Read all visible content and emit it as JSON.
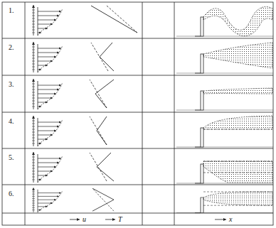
{
  "diagram": {
    "labels": [
      "1.",
      "2.",
      "3.",
      "4.",
      "5.",
      "6.",
      "u",
      "T",
      "x"
    ]
  }
}
